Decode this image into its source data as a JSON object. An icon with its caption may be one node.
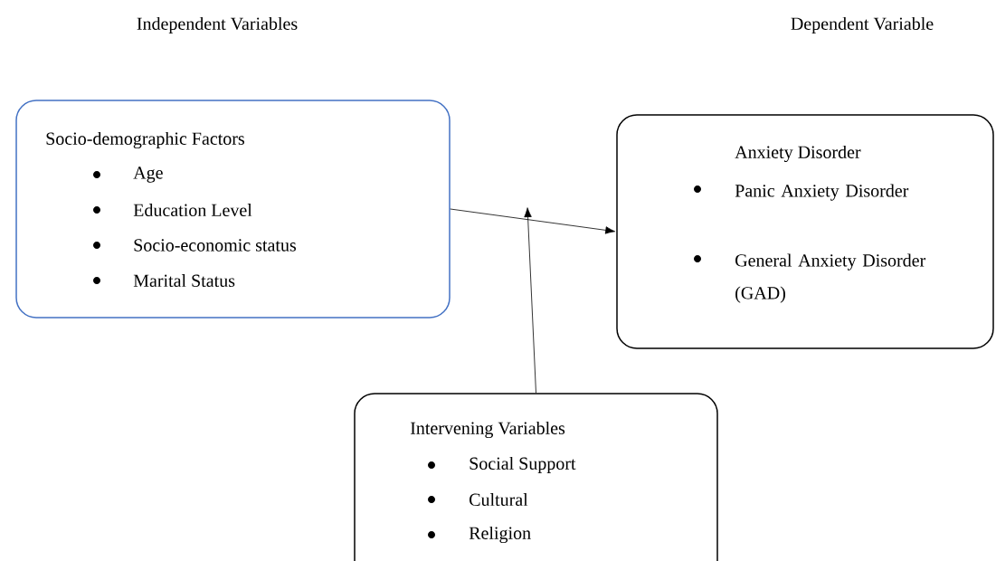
{
  "diagram": {
    "nodes": [
      {
        "text": [
          "Socio-demographic Factors",
          "Age",
          "Education Level",
          "Socio-economic status",
          "Marital Status"
        ]
      },
      {
        "text": [
          "Anxiety Disorder",
          "Panic Anxiety Disorder",
          "General Anxiety Disorder (GAD)"
        ]
      },
      {
        "text": [
          "Intervening Variables",
          "Social Support",
          "Cultural",
          "Religion"
        ]
      }
    ],
    "edges": [
      {
        "from": 0,
        "to": 1,
        "arrow": "to"
      },
      {
        "from": 2,
        "to": null,
        "arrow": "to"
      }
    ],
    "labels": [
      "Independent Variables",
      "Dependent Variable"
    ]
  }
}
